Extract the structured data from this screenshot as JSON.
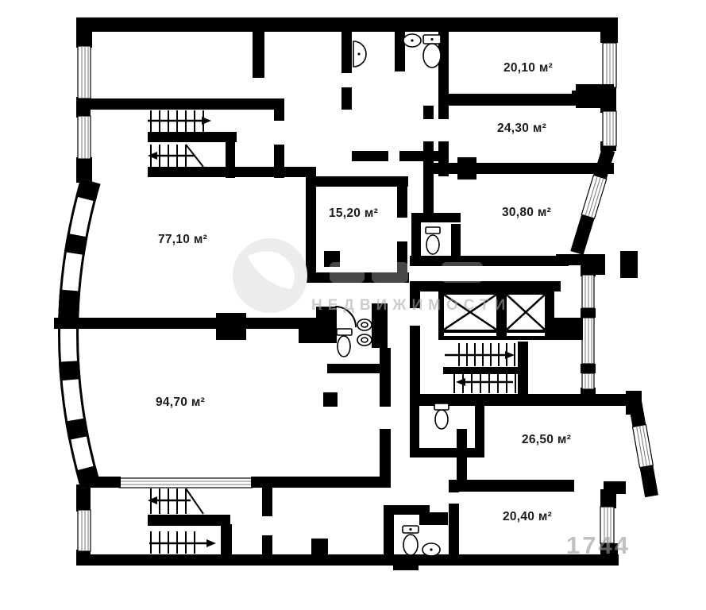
{
  "rooms": [
    {
      "id": "room-20-10",
      "area_label": "20,10 м²"
    },
    {
      "id": "room-24-30",
      "area_label": "24,30 м²"
    },
    {
      "id": "room-30-80",
      "area_label": "30,80 м²"
    },
    {
      "id": "room-15-20",
      "area_label": "15,20 м²"
    },
    {
      "id": "room-77-10",
      "area_label": "77,10 м²"
    },
    {
      "id": "room-94-70",
      "area_label": "94,70 м²"
    },
    {
      "id": "room-26-50",
      "area_label": "26,50 м²"
    },
    {
      "id": "room-20-40",
      "area_label": "20,40 м²"
    }
  ],
  "watermark": {
    "agency_line": "НЕДВИЖИМОСТИ",
    "id_number": "1744"
  },
  "colors": {
    "wall": "#000000",
    "background": "#ffffff",
    "label_text": "#1c1c1c",
    "watermark_gray": "#a9a9a9"
  }
}
